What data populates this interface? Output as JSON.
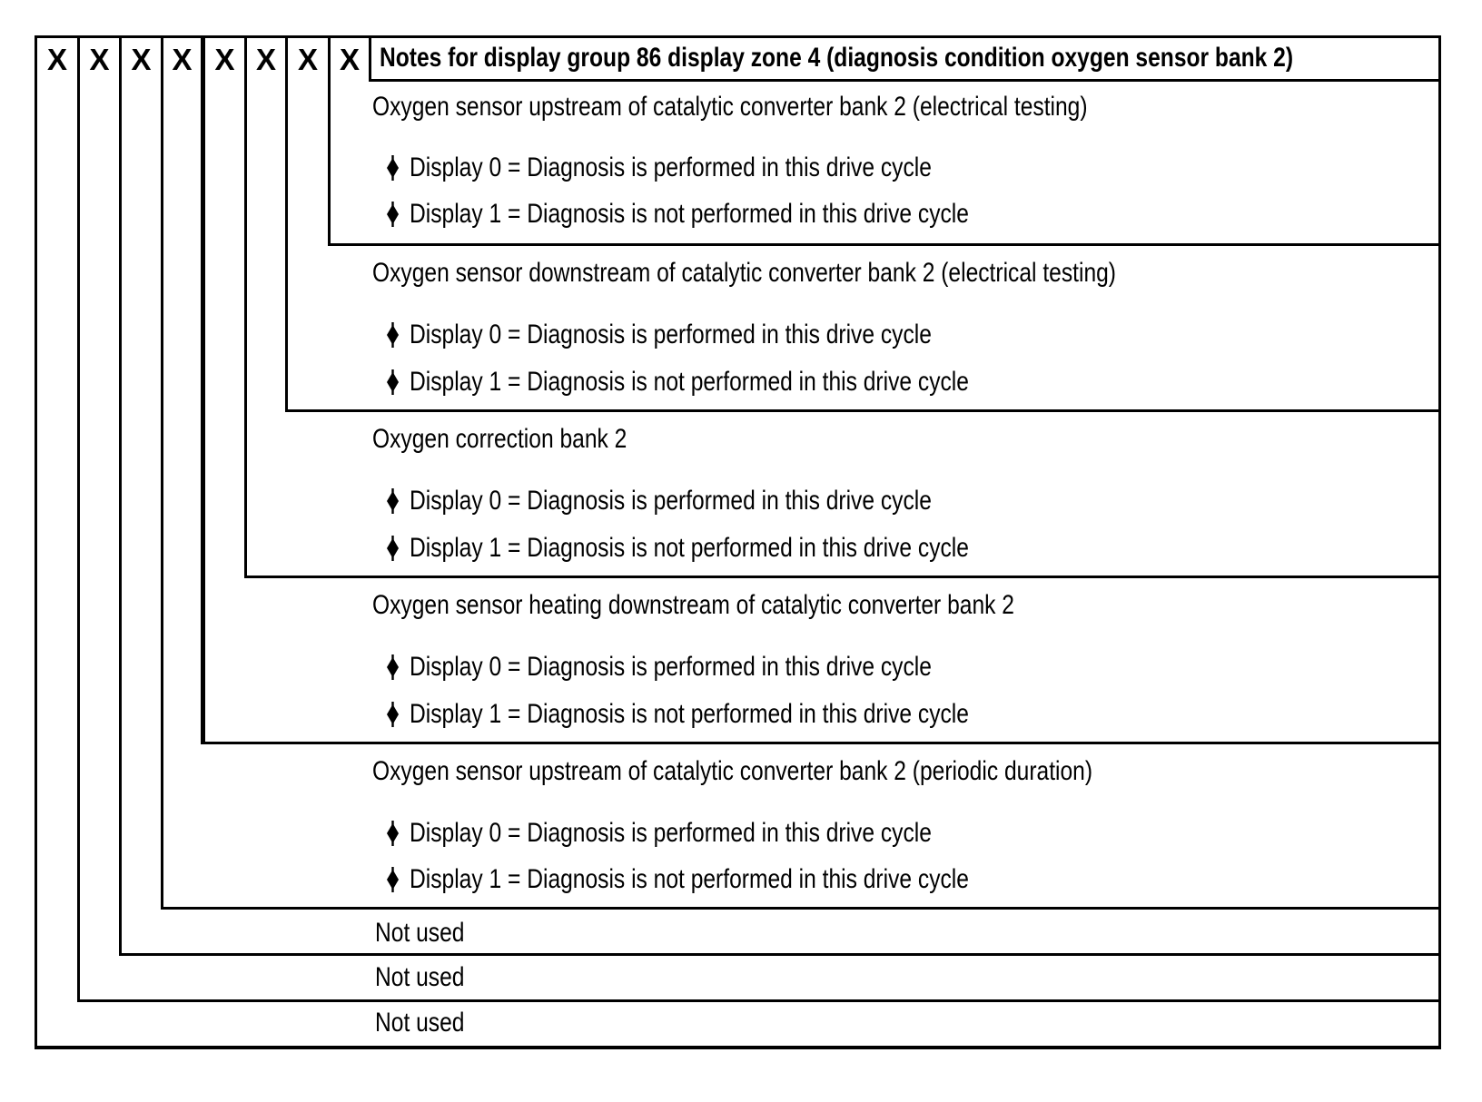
{
  "header": {
    "bits": [
      "X",
      "X",
      "X",
      "X",
      "X",
      "X",
      "X",
      "X"
    ],
    "title": "Notes for display group 86 display zone 4 (diagnosis condition oxygen sensor bank 2)"
  },
  "sections": [
    {
      "title": "Oxygen sensor upstream of catalytic converter bank 2 (electrical testing)",
      "bullets": [
        "Display 0 = Diagnosis is performed in this drive cycle",
        "Display 1 = Diagnosis is not performed in this drive cycle"
      ]
    },
    {
      "title": "Oxygen sensor downstream of catalytic converter bank 2 (electrical testing)",
      "bullets": [
        "Display 0 = Diagnosis is performed in this drive cycle",
        "Display 1 = Diagnosis is not performed in this drive cycle"
      ]
    },
    {
      "title": "Oxygen correction bank 2",
      "bullets": [
        "Display 0 = Diagnosis is performed in this drive cycle",
        "Display 1 = Diagnosis is not performed in this drive cycle"
      ]
    },
    {
      "title": "Oxygen sensor heating downstream of catalytic converter bank 2",
      "bullets": [
        "Display 0 = Diagnosis is performed in this drive cycle",
        "Display 1 = Diagnosis is not performed in this drive cycle"
      ]
    },
    {
      "title": "Oxygen sensor upstream of catalytic converter bank 2 (periodic duration)",
      "bullets": [
        "Display 0 = Diagnosis is performed in this drive cycle",
        "Display 1 = Diagnosis is not performed in this drive cycle"
      ]
    },
    {
      "title": "Not used",
      "bullets": []
    },
    {
      "title": "Not used",
      "bullets": []
    },
    {
      "title": "Not used",
      "bullets": []
    }
  ],
  "icons": {
    "bullet": "diamond-bullet"
  },
  "colors": {
    "line": "#000000",
    "background": "#ffffff",
    "text": "#000000"
  }
}
